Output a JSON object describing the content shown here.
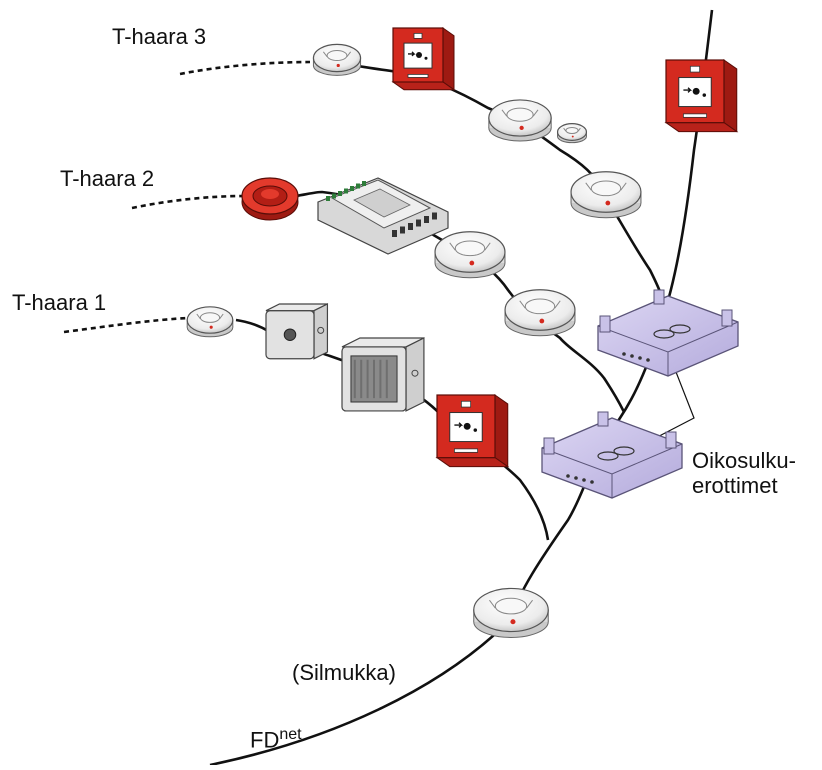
{
  "labels": {
    "branch3": "T-haara 3",
    "branch2": "T-haara 2",
    "branch1": "T-haara 1",
    "isolators_line1": "Oikosulku-",
    "isolators_line2": "erottimet",
    "loop": "(Silmukka)",
    "bus_main": "FD",
    "bus_sup": "net"
  },
  "colors": {
    "cable": "#111111",
    "call_point_red": "#d42a1f",
    "call_point_dark": "#9e1a12",
    "detector_white": "#f4f4f4",
    "detector_shade": "#c9c9c9",
    "isolator_lilac": "#c9c2e8",
    "isolator_edge": "#5a5478",
    "sounder_red": "#e33a2c",
    "module_grey": "#d8d8d8"
  }
}
